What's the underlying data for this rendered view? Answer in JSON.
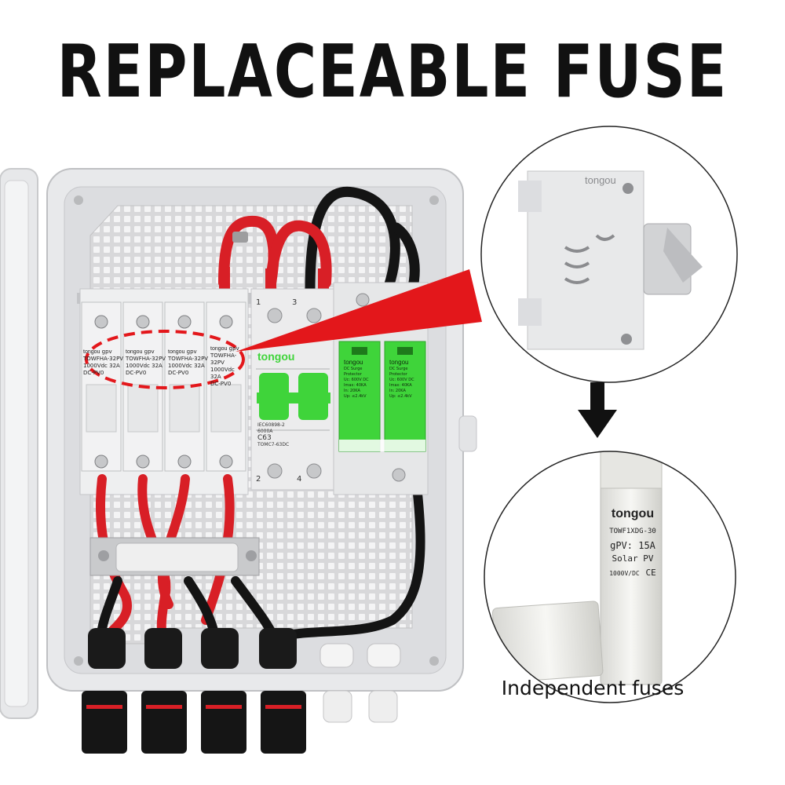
{
  "headline": "REPLACEABLE FUSE",
  "caption": "Independent fuses",
  "brand": "tongou",
  "colors": {
    "accent_red": "#e3171b",
    "spd_green": "#3fd43a",
    "cable_red": "#d81f26",
    "cable_black": "#141414",
    "enclosure": "#e9eaec",
    "backplate": "#d9d9db",
    "arrow": "#111111"
  },
  "fuse_holders": [
    {
      "model": "TOWFHA-32PV",
      "rating": "1000Vdc 32A",
      "type": "DC-PV0",
      "mark": "gpv"
    },
    {
      "model": "TOWFHA-32PV",
      "rating": "1000Vdc 32A",
      "type": "DC-PV0",
      "mark": "gpv"
    },
    {
      "model": "TOWFHA-32PV",
      "rating": "1000Vdc 32A",
      "type": "DC-PV0",
      "mark": "gpv"
    },
    {
      "model": "TOWFHA-32PV",
      "rating": "1000Vdc 32A",
      "type": "DC-PV0",
      "mark": "gpv"
    }
  ],
  "breaker": {
    "standard": "IEC60898-2",
    "capacity": "6000A",
    "rating": "C63",
    "model": "TOMC7-63DC",
    "terminals_top": [
      "1",
      "3"
    ],
    "terminals_bottom": [
      "2",
      "4"
    ]
  },
  "spd": {
    "title": "DC Surge Protector",
    "uc": "Uc: 600V DC",
    "imax": "Imax: 40KA",
    "in": "In: 20KA",
    "up": "Up: ≤2.4kV"
  },
  "fuse": {
    "model": "TOWF1XDG-30",
    "rating": "gPV: 15A",
    "application": "Solar PV",
    "voltage": "1000V/DC",
    "cert": "CE"
  }
}
